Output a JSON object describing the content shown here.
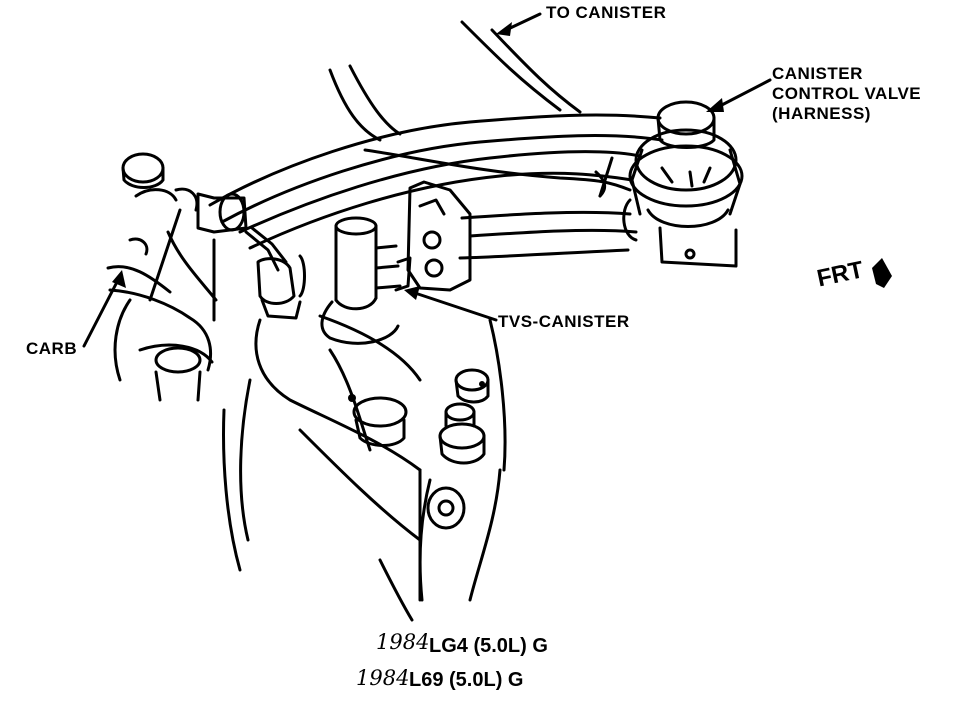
{
  "labels": {
    "to_canister": "TO CANISTER",
    "canister_control_valve": [
      "CANISTER",
      "CONTROL VALVE",
      "(HARNESS)"
    ],
    "tvs_canister": "TVS-CANISTER",
    "carb": "CARB",
    "front": "FRT"
  },
  "applications": [
    {
      "year": "1984",
      "engine": "LG4 (5.0L) G"
    },
    {
      "year": "1984",
      "engine": "L69 (5.0L) G"
    }
  ],
  "colors": {
    "ink": "#000000",
    "paper": "#ffffff"
  }
}
